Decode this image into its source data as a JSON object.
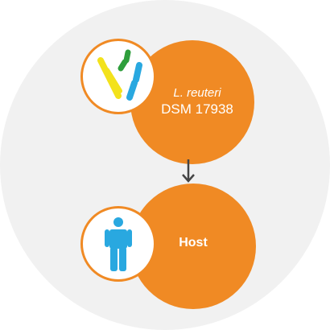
{
  "colors": {
    "background_circle": "#f1f1f1",
    "node_fill": "#f08a24",
    "badge_border": "#f08a24",
    "arrow": "#444444",
    "bacteria_yellow": "#f3e21c",
    "bacteria_green": "#2e9e3c",
    "bacteria_blue": "#29a8e0",
    "person_blue": "#29a8e0"
  },
  "nodes": {
    "bacterium": {
      "name_italic": "L. reuteri",
      "strain": "DSM 17938",
      "icon": "bacteria-icon"
    },
    "host": {
      "label": "Host",
      "icon": "person-icon"
    }
  },
  "connector": {
    "icon": "arrow-down-icon"
  }
}
